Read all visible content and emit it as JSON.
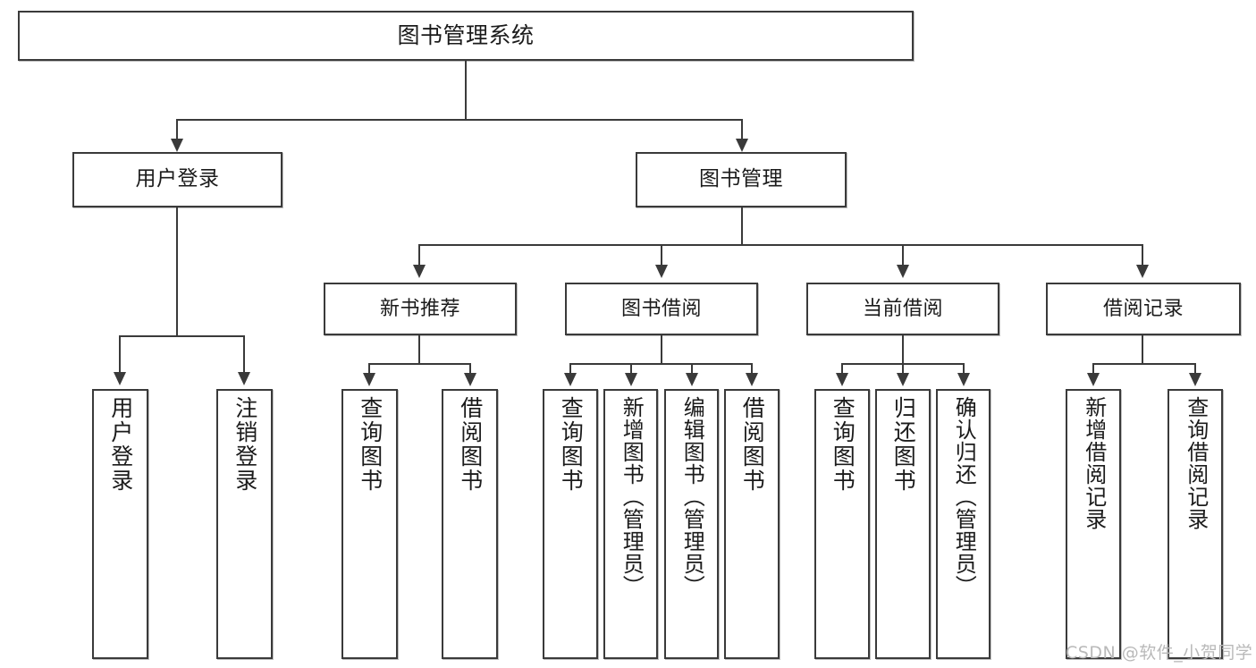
{
  "diagram": {
    "type": "tree",
    "title": "图书管理系统",
    "watermark": "CSDN @软件_小贺同学",
    "colors": {
      "box_border": "#3a3a3a",
      "box_fill": "#ffffff",
      "connector": "#3a3a3a",
      "text": "#1b1b1b",
      "watermark": "#b9b9b9",
      "background": "#ffffff"
    },
    "nodes": {
      "root": {
        "label": "图书管理系统"
      },
      "level2": [
        {
          "id": "user-login",
          "label": "用户登录"
        },
        {
          "id": "book-management",
          "label": "图书管理"
        }
      ],
      "level3": [
        {
          "id": "new-book-recommend",
          "label": "新书推荐"
        },
        {
          "id": "book-borrow",
          "label": "图书借阅"
        },
        {
          "id": "current-borrow",
          "label": "当前借阅"
        },
        {
          "id": "borrow-record",
          "label": "借阅记录"
        }
      ],
      "leaves": {
        "user-login": [
          {
            "id": "leaf-user-login",
            "label": "用户登录"
          },
          {
            "id": "leaf-logout-login",
            "label": "注销登录"
          }
        ],
        "new-book-recommend": [
          {
            "id": "leaf-query-book-1",
            "label": "查询图书"
          },
          {
            "id": "leaf-borrow-book-1",
            "label": "借阅图书"
          }
        ],
        "book-borrow": [
          {
            "id": "leaf-query-book-2",
            "label": "查询图书"
          },
          {
            "id": "leaf-add-book-admin",
            "label": "新增图书（管理员）"
          },
          {
            "id": "leaf-edit-book-admin",
            "label": "编辑图书（管理员）"
          },
          {
            "id": "leaf-borrow-book-2",
            "label": "借阅图书"
          }
        ],
        "current-borrow": [
          {
            "id": "leaf-query-book-3",
            "label": "查询图书"
          },
          {
            "id": "leaf-return-book",
            "label": "归还图书"
          },
          {
            "id": "leaf-confirm-return-admin",
            "label": "确认归还（管理员）"
          }
        ],
        "borrow-record": [
          {
            "id": "leaf-add-borrow-record",
            "label": "新增借阅记录"
          },
          {
            "id": "leaf-query-borrow-record",
            "label": "查询借阅记录"
          }
        ]
      }
    }
  }
}
